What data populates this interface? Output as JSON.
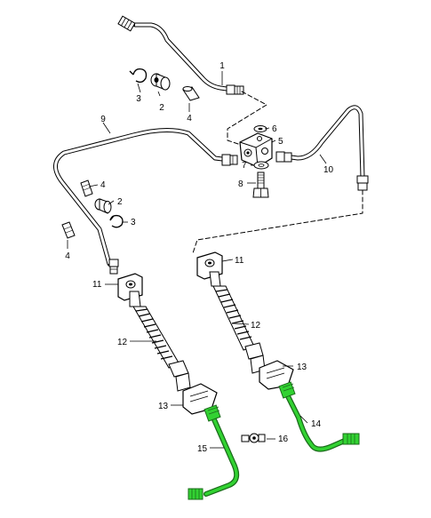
{
  "colors": {
    "ink": "#000000",
    "paper": "#ffffff",
    "highlight": "#32d232",
    "highlight_outline": "#1a6b1a"
  },
  "callouts": {
    "c1": "1",
    "c2a": "2",
    "c2b": "2",
    "c3a": "3",
    "c3b": "3",
    "c4a": "4",
    "c4b": "4",
    "c4c": "4",
    "c5": "5",
    "c6": "6",
    "c7": "7",
    "c8": "8",
    "c9": "9",
    "c10": "10",
    "c11a": "11",
    "c11b": "11",
    "c12a": "12",
    "c12b": "12",
    "c13a": "13",
    "c13b": "13",
    "c14": "14",
    "c15": "15",
    "c16": "16"
  }
}
